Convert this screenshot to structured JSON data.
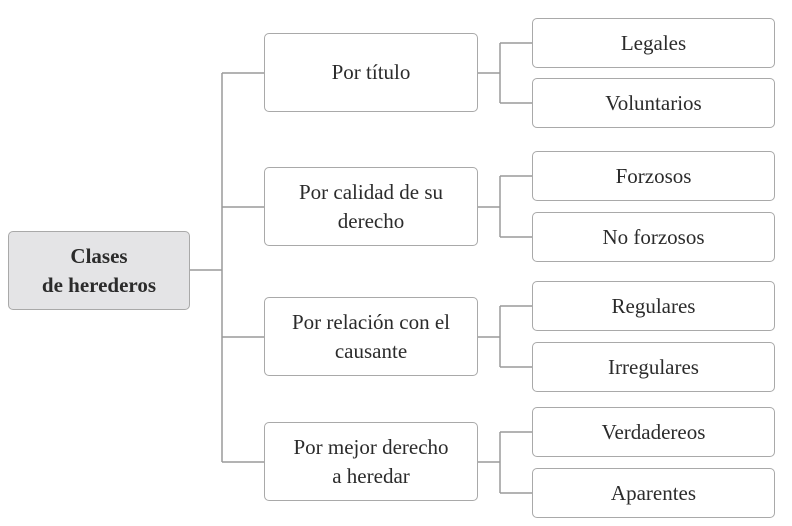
{
  "root": {
    "label": "Clases\nde herederos"
  },
  "categories": [
    {
      "label": "Por título",
      "children": [
        "Legales",
        "Voluntarios"
      ]
    },
    {
      "label": "Por calidad de su\nderecho",
      "children": [
        "Forzosos",
        "No forzosos"
      ]
    },
    {
      "label": "Por relación con el\ncausante",
      "children": [
        "Regulares",
        "Irregulares"
      ]
    },
    {
      "label": "Por mejor derecho\na heredar",
      "children": [
        "Verdadereos",
        "Aparentes"
      ]
    }
  ],
  "colors": {
    "line": "#9a9a9a",
    "border": "#a9a9a9",
    "root_fill": "#e4e4e6",
    "text": "#2b2b2b"
  }
}
